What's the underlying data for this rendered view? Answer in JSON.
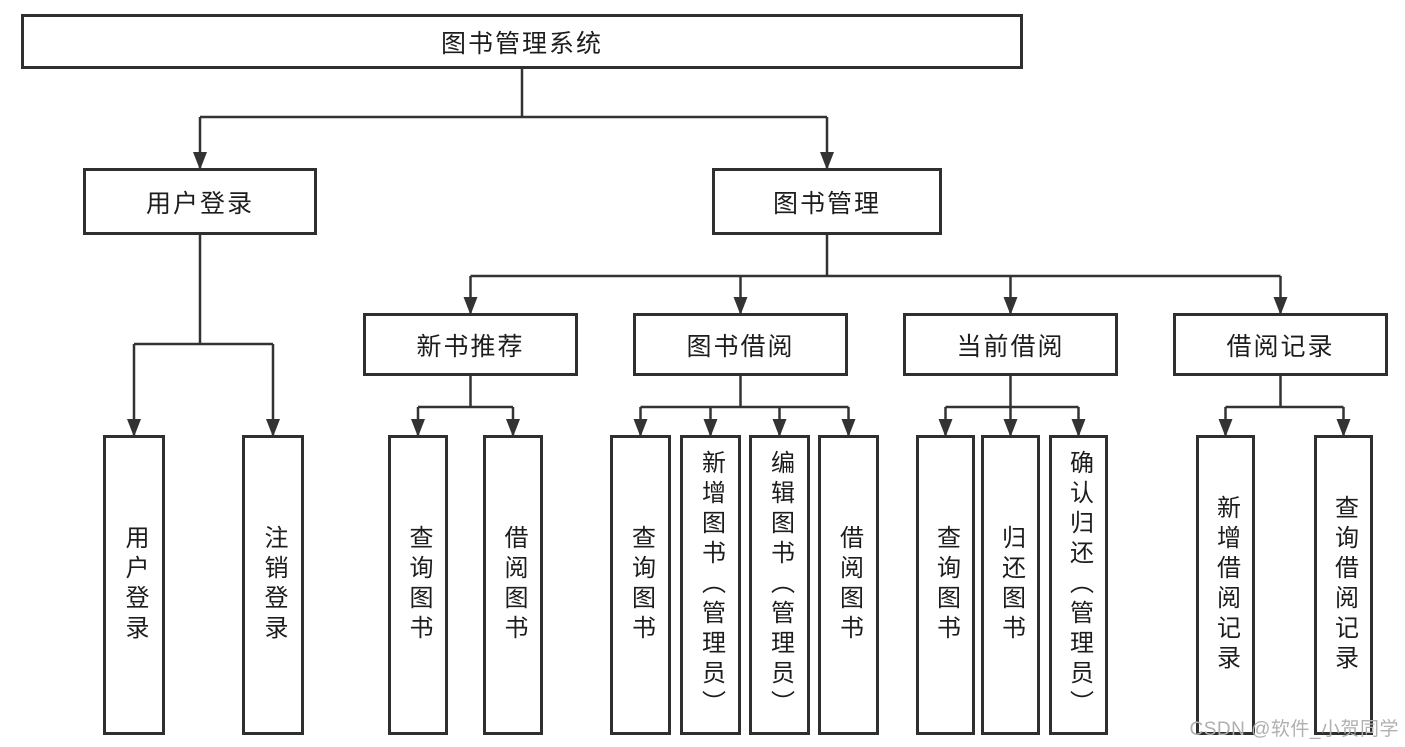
{
  "diagram_title": "图书管理系统",
  "colors": {
    "line": "#333333",
    "box_border": "#2f2f2f",
    "text": "#1d1d1d",
    "watermark": "#b0b0b0"
  },
  "tree": {
    "root": {
      "label": "图书管理系统",
      "children": [
        {
          "label": "用户登录",
          "children": [
            {
              "label": "用户登录"
            },
            {
              "label": "注销登录"
            }
          ]
        },
        {
          "label": "图书管理",
          "children": [
            {
              "label": "新书推荐",
              "children": [
                {
                  "label": "查询图书"
                },
                {
                  "label": "借阅图书"
                }
              ]
            },
            {
              "label": "图书借阅",
              "children": [
                {
                  "label": "查询图书"
                },
                {
                  "label": "新增图书（管理员）"
                },
                {
                  "label": "编辑图书（管理员）"
                },
                {
                  "label": "借阅图书"
                }
              ]
            },
            {
              "label": "当前借阅",
              "children": [
                {
                  "label": "查询图书"
                },
                {
                  "label": "归还图书"
                },
                {
                  "label": "确认归还（管理员）"
                }
              ]
            },
            {
              "label": "借阅记录",
              "children": [
                {
                  "label": "新增借阅记录"
                },
                {
                  "label": "查询借阅记录"
                }
              ]
            }
          ]
        }
      ]
    }
  },
  "watermark": {
    "text": "CSDN @软件_小贺同学"
  }
}
